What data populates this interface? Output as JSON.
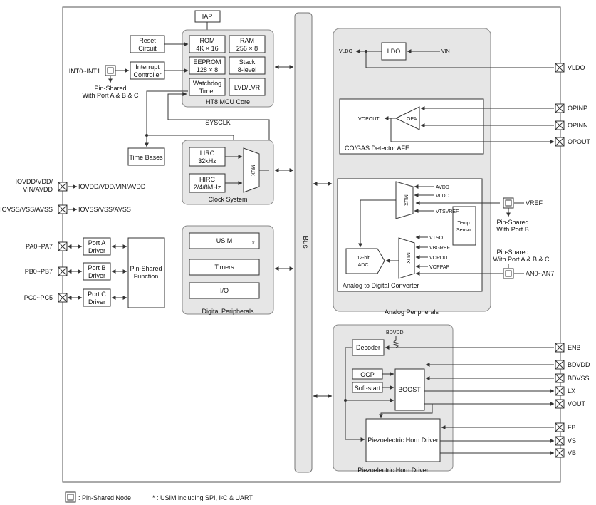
{
  "mcu_core": {
    "title": "HT8 MCU Core",
    "iap": "IAP",
    "rom": [
      "ROM",
      "4K × 16"
    ],
    "ram": [
      "RAM",
      "256 × 8"
    ],
    "eeprom": [
      "EEPROM",
      "128 × 8"
    ],
    "stack": [
      "Stack",
      "8-level"
    ],
    "watchdog": [
      "Watchdog",
      "Timer"
    ],
    "lvd": "LVD/LVR"
  },
  "left_blocks": {
    "reset": [
      "Reset",
      "Circuit"
    ],
    "interrupt": [
      "Interrupt",
      "Controller"
    ],
    "time_bases": "Time Bases"
  },
  "clock": {
    "title": "Clock System",
    "lirc": [
      "LIRC",
      "32kHz"
    ],
    "hirc": [
      "HIRC",
      "2/4/8MHz"
    ],
    "mux": "MUX",
    "sysclk": "SYSCLK"
  },
  "digital": {
    "title": "Digital Peripherals",
    "usim": "USIM",
    "usim_star": "*",
    "timers": "Timers",
    "io": "I/O"
  },
  "ports": {
    "a": [
      "Port A",
      "Driver"
    ],
    "b": [
      "Port B",
      "Driver"
    ],
    "c": [
      "Port C",
      "Driver"
    ],
    "pin_shared": [
      "Pin-Shared",
      "Function"
    ]
  },
  "left_pins": {
    "int": "INT0~INT1",
    "int_note": [
      "Pin-Shared",
      "With Port A & B & C"
    ],
    "iovdd": [
      "IOVDD/VDD/",
      "VIN/AVDD"
    ],
    "iovdd_sig": "IOVDD/VDD/VIN/AVDD",
    "iovss": "IOVSS/VSS/AVSS",
    "iovss_sig": "IOVSS/VSS/AVSS",
    "pa": "PA0~PA7",
    "pb": "PB0~PB7",
    "pc": "PC0~PC5"
  },
  "bus": "Bus",
  "analog": {
    "title": "Analog Peripherals",
    "ldo": "LDO",
    "vldo_sig": "VLDO",
    "vin_sig": "VIN",
    "afe_title": "CO/GAS Detector AFE",
    "opa": "OPA",
    "vopout_sig": "VOPOUT",
    "adc_title": "Analog to Digital Converter",
    "mux": "MUX",
    "adc": [
      "12-bit",
      "ADC"
    ],
    "temp": [
      "Temp.",
      "Sensor"
    ],
    "mux1_inputs": [
      "AVDD",
      "VLDO",
      "VTSVREF"
    ],
    "mux2_inputs": [
      "VTSO",
      "VBGREF",
      "VOPOUT",
      "VOPPAP"
    ],
    "vref_note": [
      "Pin-Shared",
      "With Port B"
    ],
    "an_note": [
      "Pin-Shared",
      "With Port A & B & C"
    ]
  },
  "horn": {
    "title": "Piezoelectric Horn Driver",
    "bdvdd_sig": "BDVDD",
    "decoder": "Decoder",
    "ocp": "OCP",
    "softstart": "Soft-start",
    "boost": "BOOST",
    "driver": "Piezoelectric Horn Driver"
  },
  "right_pins": [
    "VLDO",
    "OPINP",
    "OPINN",
    "OPOUT",
    "VREF",
    "AN0~AN7",
    "ENB",
    "BDVDD",
    "BDVSS",
    "LX",
    "VOUT",
    "FB",
    "VS",
    "VB"
  ],
  "legend": {
    "node": ": Pin-Shared Node",
    "star": "* : USIM including SPI, I²C & UART"
  }
}
